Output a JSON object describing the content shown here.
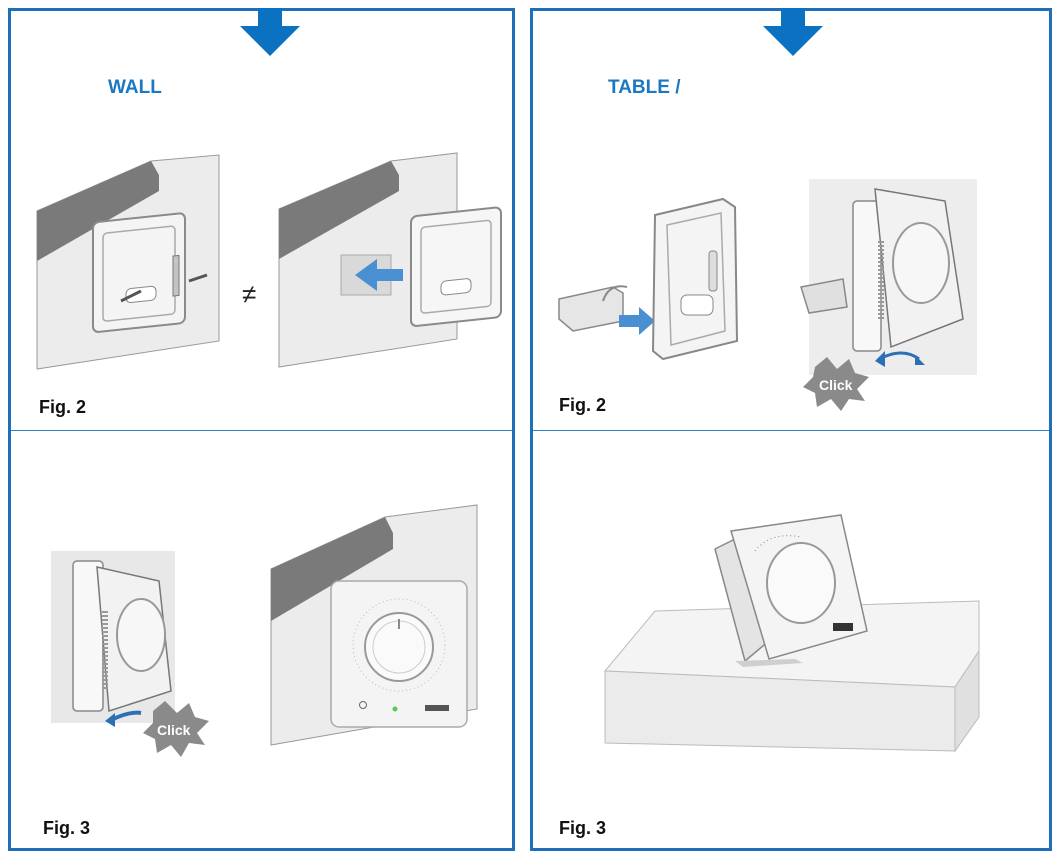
{
  "panels": {
    "wall": {
      "heading": "WALL",
      "fig2_label": "Fig. 2",
      "fig3_label": "Fig. 3",
      "not_equal_symbol": "≠",
      "click_text": "Click"
    },
    "table": {
      "heading": "TABLE /",
      "fig2_label": "Fig. 2",
      "fig3_label": "Fig. 3",
      "click_text": "Click"
    }
  },
  "colors": {
    "border": "#1e6fb8",
    "heading": "#1b78c2",
    "arrow": "#0a72c0",
    "hint_arrow": "#4a8fd2"
  }
}
